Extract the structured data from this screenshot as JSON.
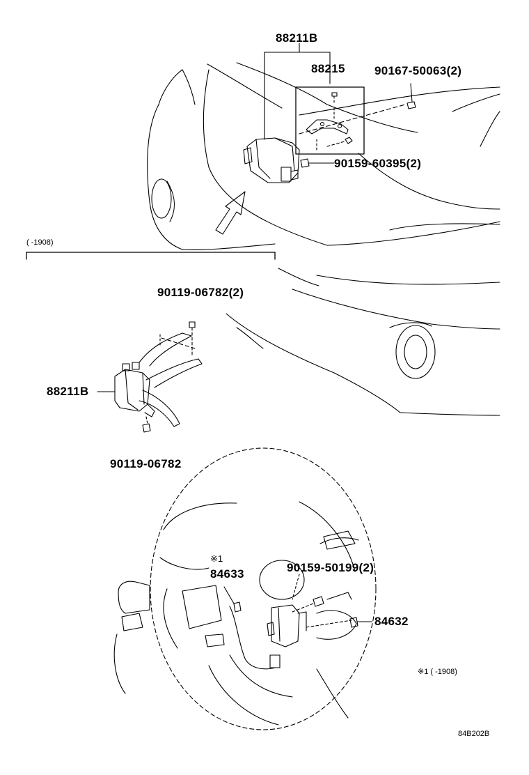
{
  "diagram_id": "84B202B",
  "labels": {
    "p88211B_top": "88211B",
    "p88215": "88215",
    "p90167": "90167-50063(2)",
    "p90159_60395": "90159-60395(2)",
    "range_bracket": "(          -1908)",
    "p90119_top": "90119-06782(2)",
    "p88211B_mid": "88211B",
    "p90119_bot": "90119-06782",
    "note_mark": "※1",
    "p84633": "84633",
    "p90159_50199": "90159-50199(2)",
    "p84632": "84632",
    "footnote": "※1 (          -1908)"
  }
}
